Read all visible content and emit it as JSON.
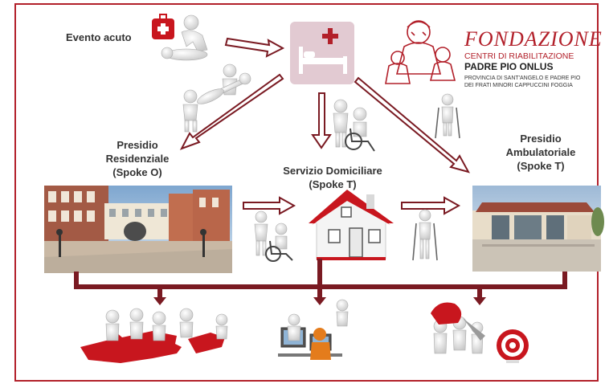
{
  "colors": {
    "border": "#b2202a",
    "arrow": "#7a1a22",
    "hospital_icon_bg": "#e2cad2",
    "cross": "#b2202a",
    "house_roof": "#c8161e"
  },
  "labels": {
    "evento_acuto": "Evento acuto",
    "presidio_residenziale": [
      "Presidio",
      "Residenziale",
      "(Spoke O)"
    ],
    "servizio_domiciliare": [
      "Servizio Domiciliare",
      "(Spoke T)"
    ],
    "presidio_ambulatoriale": [
      "Presidio",
      "Ambulatoriale",
      "(Spoke T)"
    ]
  },
  "logo": {
    "title": "FONDAZIONE",
    "line1": "CENTRI DI RIABILITAZIONE",
    "line2": "PADRE PIO ONLUS",
    "line3": "PROVINCIA DI SANT'ANGELO E PADRE PIO",
    "line4": "DEI FRATI MINORI CAPPUCCINI FOGGIA"
  },
  "icons": [
    "first-aid-kit-icon",
    "hospital-bed-icon",
    "wheelchair-icon",
    "crutches-icon",
    "house-icon",
    "puzzle-team-icon",
    "computer-icon",
    "target-icon"
  ]
}
